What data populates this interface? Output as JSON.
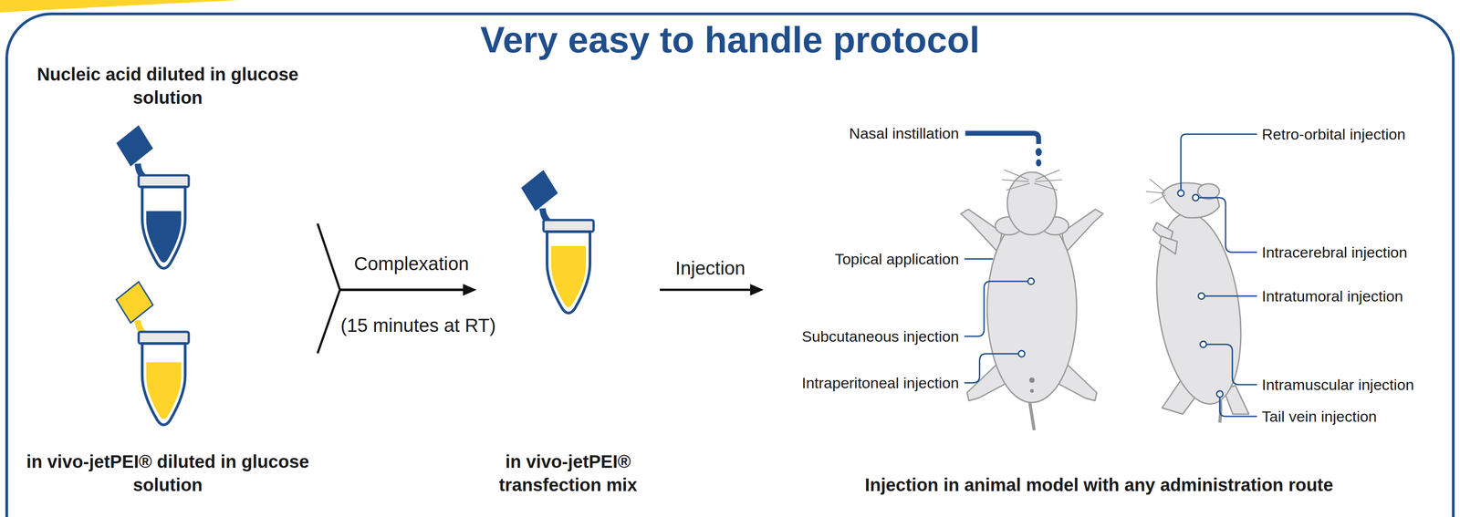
{
  "diagram": {
    "title": "Very easy to handle protocol",
    "nodes": [
      {
        "text": [
          "Nucleic acid diluted in glucose solution"
        ]
      },
      {
        "text": [
          "in vivo-jetPEI® diluted in glucose solution"
        ]
      },
      {
        "text": [
          "in vivo-jetPEI® transfection mix"
        ]
      },
      {
        "text": [
          "Injection in animal model with any administration route"
        ]
      }
    ],
    "edges": [
      {
        "from": 0,
        "to": 2,
        "arrow": "to",
        "label": "Complexation"
      },
      {
        "from": 1,
        "to": 2,
        "arrow": "to",
        "label": "(15 minutes at RT)"
      },
      {
        "from": 2,
        "to": 3,
        "arrow": "to",
        "label": "Injection"
      }
    ],
    "labels": [
      "Nasal instillation",
      "Retro-orbital injection",
      "Intracerebral injection",
      "Topical application",
      "Intratumoral injection",
      "Subcutaneous injection",
      "Intraperitoneal injection",
      "Intramuscular injection",
      "Tail vein injection"
    ]
  }
}
